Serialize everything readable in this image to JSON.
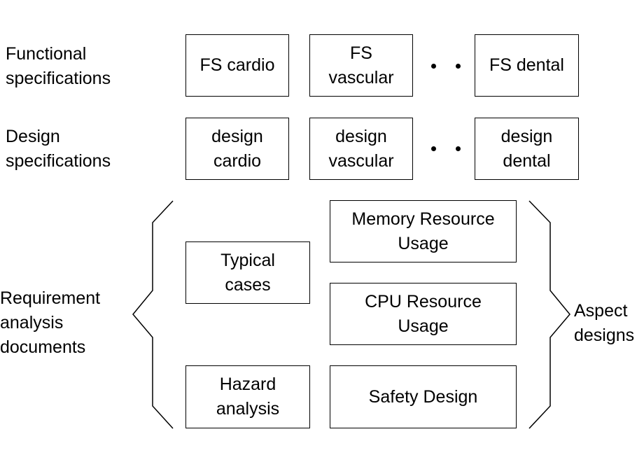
{
  "row_labels": {
    "functional": "Functional\nspecifications",
    "design": "Design\nspecifications",
    "requirement": "Requirement\nanalysis\ndocuments",
    "aspect": "Aspect\ndesigns"
  },
  "functional_specs": {
    "cardio": "FS cardio",
    "vascular": "FS\nvascular",
    "dental": "FS dental"
  },
  "design_specs": {
    "cardio": "design\ncardio",
    "vascular": "design\nvascular",
    "dental": "design\ndental"
  },
  "requirement_docs": {
    "typical_cases": "Typical\ncases",
    "hazard_analysis": "Hazard\nanalysis"
  },
  "aspect_designs": {
    "memory": "Memory Resource\nUsage",
    "cpu": "CPU Resource\nUsage",
    "safety": "Safety Design"
  },
  "colors": {
    "stroke": "#000000",
    "background": "#ffffff"
  }
}
